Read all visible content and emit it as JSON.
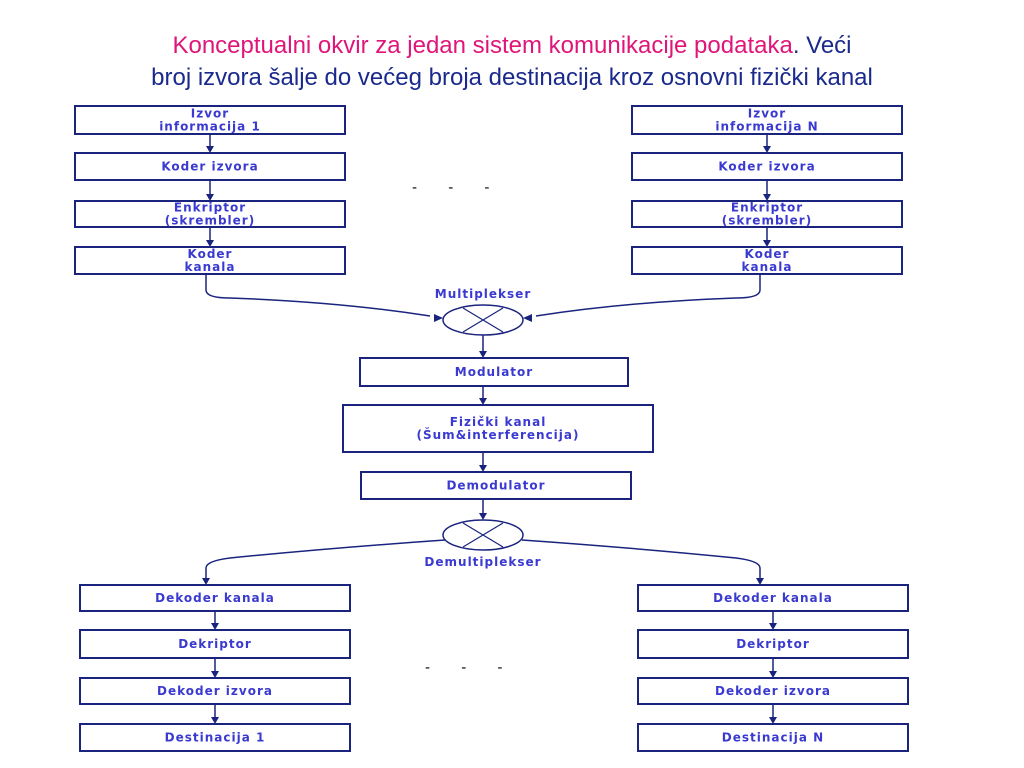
{
  "title": {
    "highlight": "Konceptualni okvir za jedan sistem komunikacije podataka",
    "rest_line1": ". Veći",
    "line2": "broj izvora šalje do većeg broja destinacija kroz osnovni fizički kanal"
  },
  "colors": {
    "title_highlight": "#e0157a",
    "title_text": "#1a2a8c",
    "box_border": "#1a237e",
    "box_text": "#3a3ad0"
  },
  "left_chain": [
    [
      "Izvor",
      "informacija 1"
    ],
    [
      "Koder izvora"
    ],
    [
      "Enkriptor",
      "(skrembler)"
    ],
    [
      "Koder",
      "kanala"
    ]
  ],
  "right_chain": [
    [
      "Izvor",
      "informacija N"
    ],
    [
      "Koder izvora"
    ],
    [
      "Enkriptor",
      "(skrembler)"
    ],
    [
      "Koder",
      "kanala"
    ]
  ],
  "multiplexer_label": "Multiplekser",
  "center_chain": [
    [
      "Modulator"
    ],
    [
      "Fizički kanal",
      "(Šum&interferencija)"
    ],
    [
      "Demodulator"
    ]
  ],
  "demultiplexer_label": "Demultiplekser",
  "left_bottom_chain": [
    [
      "Dekoder kanala"
    ],
    [
      "Dekriptor"
    ],
    [
      "Dekoder izvora"
    ],
    [
      "Destinacija 1"
    ]
  ],
  "right_bottom_chain": [
    [
      "Dekoder kanala"
    ],
    [
      "Dekriptor"
    ],
    [
      "Dekoder izvora"
    ],
    [
      "Destinacija N"
    ]
  ],
  "ellipsis_top": "-       -       -",
  "ellipsis_bottom": "-       -       -"
}
